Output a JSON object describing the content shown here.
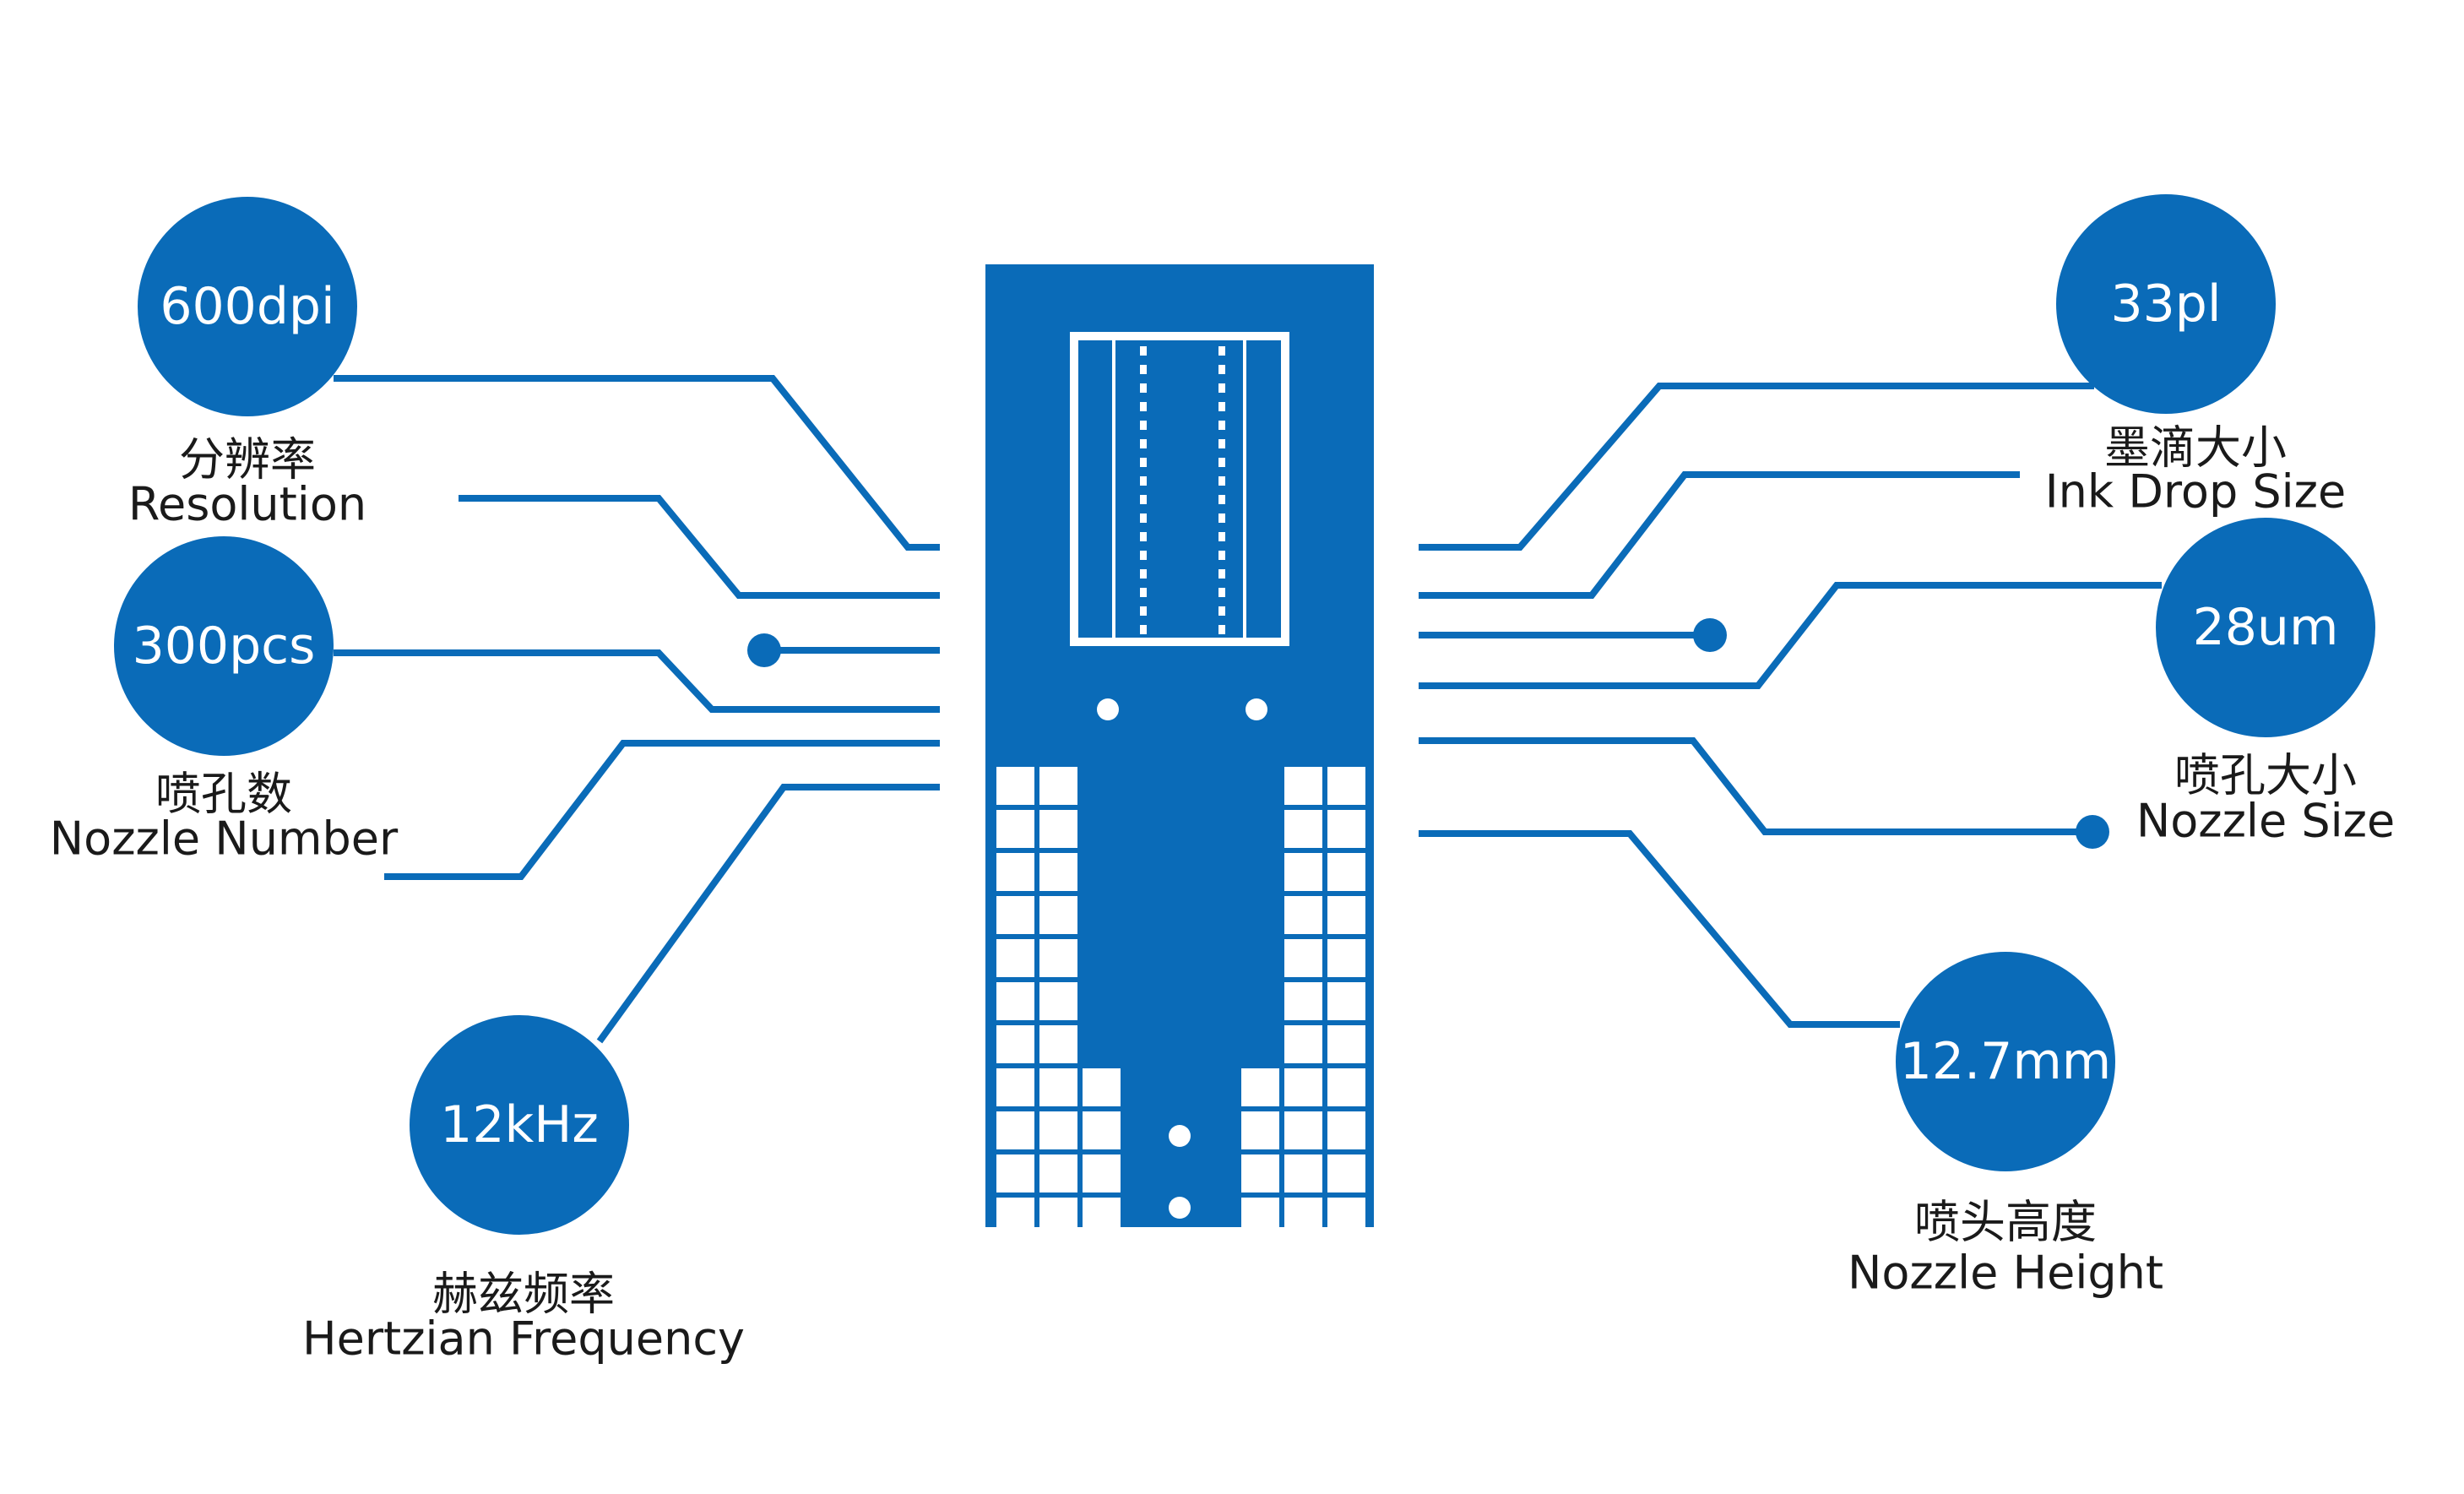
{
  "colors": {
    "accent": "#0a6bb8",
    "background": "#ffffff",
    "text": "#1a1a1a"
  },
  "specs": {
    "resolution": {
      "value": "600dpi",
      "label_cn": "分辨率",
      "label_en": "Resolution"
    },
    "nozzle_number": {
      "value": "300pcs",
      "label_cn": "喷孔数",
      "label_en": "Nozzle Number"
    },
    "frequency": {
      "value": "12kHz",
      "label_cn": "赫兹频率",
      "label_en": "Hertzian Frequency"
    },
    "ink_drop": {
      "value": "33pl",
      "label_cn": "墨滴大小",
      "label_en": "Ink Drop Size"
    },
    "nozzle_size": {
      "value": "28um",
      "label_cn": "喷孔大小",
      "label_en": "Nozzle Size"
    },
    "nozzle_height": {
      "value": "12.7mm",
      "label_cn": "喷头高度",
      "label_en": "Nozzle Height"
    }
  }
}
